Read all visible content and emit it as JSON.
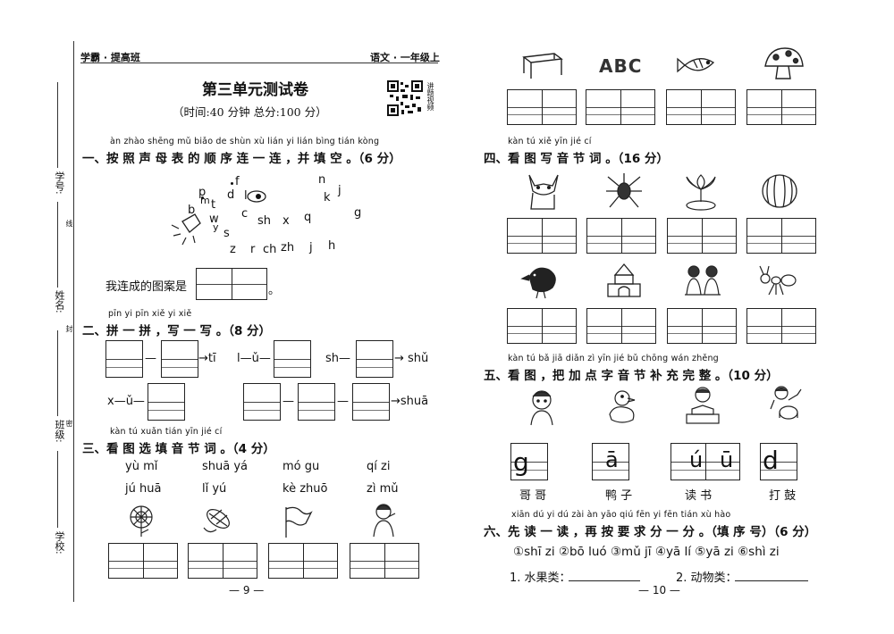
{
  "left_page": {
    "brand": "学霸 · 提高班",
    "subject": "语文 · 一年级上",
    "title": "第三单元测试卷",
    "meta": "（时间:40 分钟    总分:100 分）",
    "qr_label": "讲题视频",
    "side_labels": {
      "school": "学校:",
      "class": "班级:",
      "name": "姓名:",
      "id": "学号:"
    },
    "side_marks": {
      "seal": "密",
      "close": "封",
      "line": "线"
    },
    "s1": {
      "pinyin": "àn zhào shēng mǔ biǎo de shùn xù lián yi lián   bìng tián kòng",
      "heading": "一、按 照  声  母 表 的 顺 序 连 一 连 ，并 填  空 。（6 分）",
      "letters": [
        "p",
        "d",
        "f",
        "t",
        "m",
        "l",
        "n",
        "k",
        "j",
        "b",
        "c",
        "sh",
        "x",
        "q",
        "g",
        "w",
        "y",
        "s",
        "z",
        "r",
        "ch",
        "zh",
        "h"
      ],
      "result_label": "我连成的图案是",
      "result_end": "。"
    },
    "s2": {
      "pinyin": "pīn yi pīn    xiě yi xiě",
      "heading": "二、拼 一 拼 ，写 一 写 。（8 分）",
      "row1": {
        "a_result": "→tī",
        "b_prefix": "l—ǔ—",
        "c_prefix": "sh—",
        "c_result": "→ shǔ"
      },
      "row2": {
        "a_prefix": "x—ǔ—",
        "b_result": "→shuā",
        "dash": "—"
      }
    },
    "s3": {
      "pinyin": "kàn tú xuǎn tián yīn jié  cí",
      "heading": "三、看 图  选  填 音 节 词 。（4 分）",
      "options_row1": [
        "yù mǐ",
        "shuā yá",
        "mó gu",
        "qí zi"
      ],
      "options_row2": [
        "jú huā",
        "lǐ yú",
        "kè zhuō",
        "zì mǔ"
      ],
      "images": [
        "chrysanthemum-image",
        "corn-image",
        "flag-image",
        "girl-brushing-image"
      ]
    },
    "page_number": "— 9 —"
  },
  "right_page": {
    "top_images": [
      "desk-image",
      "abc-letters-image",
      "fish-image",
      "mushroom-image"
    ],
    "abc_text": "ABC",
    "s4": {
      "pinyin": "kàn tú xiě yīn jié cí",
      "heading": "四、看 图 写 音 节 词 。（16 分）",
      "row1_images": [
        "fox-image",
        "spider-image",
        "lotus-image",
        "watermelon-image"
      ],
      "row2_images": [
        "crow-image",
        "blocks-image",
        "friends-image",
        "ant-image"
      ]
    },
    "s5": {
      "pinyin": "kàn tú    bǎ jiā diǎn zì yīn jié bǔ chōng wán zhěng",
      "heading": "五、看 图 ，把 加 点 字 音 节 补  充  完  整 。（10 分）",
      "images": [
        "boy-image",
        "duckling-image",
        "reading-boy-image",
        "drummer-image"
      ],
      "boxes": [
        "g",
        "ā",
        "ú",
        "ū",
        "d"
      ],
      "words": [
        "哥 哥",
        "鸭 子",
        "读 书",
        "打 鼓"
      ]
    },
    "s6": {
      "pinyin": "xiān dú yi dú   zài àn yāo qiú fēn yi fēn    tián xù hào",
      "heading": "六、先 读 一 读 ，再 按 要 求 分 一 分 。（填 序 号）（6 分）",
      "options": "①shī zi  ②bō luó  ③mǔ jī  ④yā lí  ⑤yā zi  ⑥shì zi",
      "q1": "1. 水果类：",
      "q2": "2. 动物类："
    },
    "page_number": "— 10 —"
  }
}
